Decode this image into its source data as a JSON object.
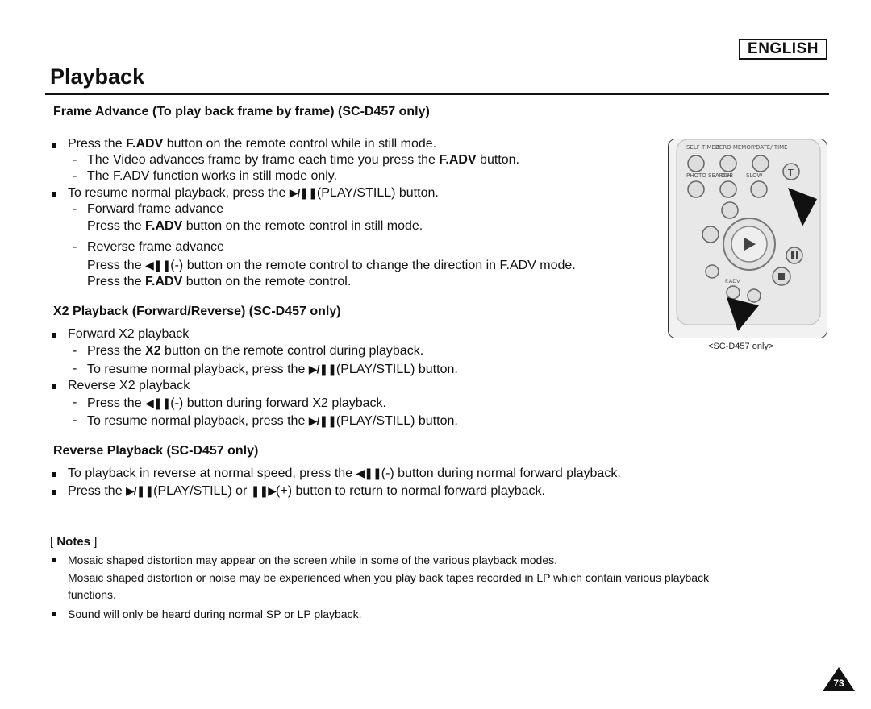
{
  "header": {
    "language": "ENGLISH",
    "title": "Playback"
  },
  "frame_advance": {
    "heading": "Frame Advance (To play back frame by frame) (SC-D457 only)",
    "b1": {
      "pre": "Press the ",
      "bold": "F.ADV",
      "post": " button on the remote control while in still mode."
    },
    "d1": {
      "pre": "The Video advances frame by frame each time you press the ",
      "bold": "F.ADV",
      "post": " button."
    },
    "d2": "The F.ADV function works in still mode only.",
    "b2": {
      "pre": "To resume normal playback, press the ",
      "symbol": "▶/❚❚",
      "post": "(PLAY/STILL) button."
    },
    "d3": "Forward frame advance",
    "d3_line2": {
      "pre": "Press the ",
      "bold": "F.ADV",
      "post": " button on the remote control in still mode."
    },
    "d4": "Reverse frame advance",
    "d4_line2": {
      "pre": "Press the ",
      "symbol": "◀❚❚",
      "post": "(-) button on the remote control to change the direction in F.ADV mode."
    },
    "d4_line3": {
      "pre": "Press the ",
      "bold": "F.ADV",
      "post": " button on the remote control."
    }
  },
  "x2_playback": {
    "heading": "X2 Playback (Forward/Reverse) (SC-D457 only)",
    "b1": "Forward X2 playback",
    "d1": {
      "pre": "Press the ",
      "bold": "X2",
      "post": " button on the remote control during playback."
    },
    "d2": {
      "pre": "To resume normal playback, press the ",
      "symbol": "▶/❚❚",
      "post": "(PLAY/STILL) button."
    },
    "b2": "Reverse X2 playback",
    "d3": {
      "pre": "Press the ",
      "symbol": "◀❚❚",
      "post": "(-) button during forward X2 playback."
    },
    "d4": {
      "pre": "To resume normal playback, press the ",
      "symbol": "▶/❚❚",
      "post": "(PLAY/STILL) button."
    }
  },
  "reverse_playback": {
    "heading": "Reverse Playback (SC-D457 only)",
    "b1": {
      "pre": "To playback in reverse at normal speed, press the ",
      "symbol": "◀❚❚",
      "post": "(-) button during normal forward playback."
    },
    "b2": {
      "pre": "Press the ",
      "symbol": "▶/❚❚",
      "mid": "(PLAY/STILL) or ",
      "symbol2": "❚❚▶",
      "post": "(+) button to return to normal forward playback."
    }
  },
  "notes": {
    "heading": "[ Notes ]",
    "b1_line1": "Mosaic shaped distortion may appear on the screen while in some of the various playback modes.",
    "b1_line2": "Mosaic shaped distortion or noise may be experienced when you play back tapes recorded in LP which contain various playback",
    "b1_line3": "functions.",
    "b2": "Sound will only be heard during normal SP or LP playback."
  },
  "figure": {
    "caption": "<SC-D457 only>",
    "labels": {
      "self_timer": "SELF TIMER",
      "zero_memory": "ZERO MEMORY",
      "date_time": "DATE/ TIME",
      "photo_search": "PHOTO SEARCH",
      "a_dub": "A.DUB",
      "slow": "SLOW",
      "fadv": "F.ADV"
    }
  },
  "page_number": "73"
}
